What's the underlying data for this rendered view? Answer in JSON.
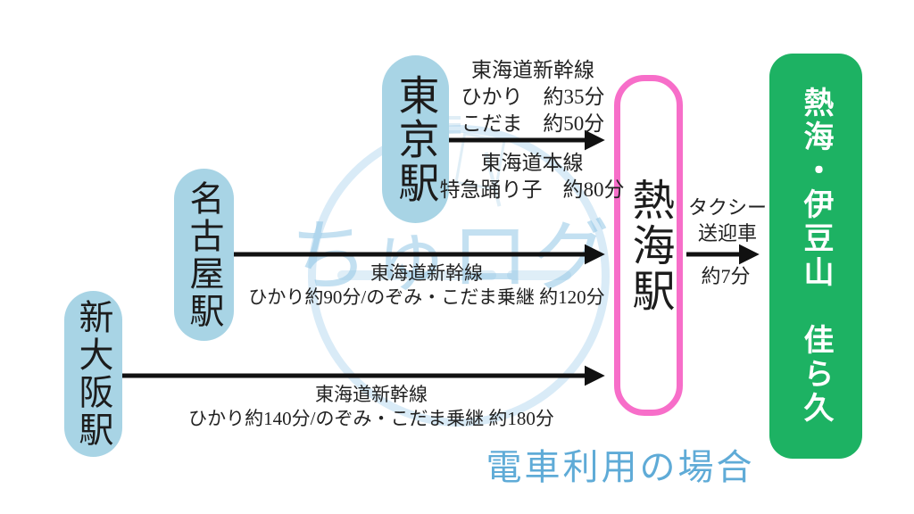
{
  "title": {
    "text": "電車利用の場合",
    "color": "#5FABD7"
  },
  "stations": {
    "tokyo": {
      "label": "東京駅"
    },
    "nagoya": {
      "label": "名古屋駅"
    },
    "shin_osaka": {
      "label": "新大阪駅"
    },
    "atami": {
      "label": "熱海駅"
    }
  },
  "destination": {
    "label": "熱海・伊豆山　佳ら久"
  },
  "routes": {
    "tokyo_to_atami": {
      "above": {
        "line1": "東海道新幹線",
        "line2": "ひかり　約35分",
        "line3": "こだま　約50分"
      },
      "below": {
        "line1": "東海道本線",
        "line2": "特急踊り子　約80分"
      }
    },
    "nagoya_to_atami": {
      "below": {
        "line1": "東海道新幹線",
        "line2": "ひかり約90分/のぞみ・こだま乗継 約120分"
      }
    },
    "shin_osaka_to_atami": {
      "below": {
        "line1": "東海道新幹線",
        "line2": "ひかり約140分/のぞみ・こだま乗継 約180分"
      }
    },
    "atami_to_hotel": {
      "above": {
        "line1": "タクシー",
        "line2": "送迎車"
      },
      "below": {
        "line1": "約7分"
      }
    }
  },
  "watermark": {
    "text": "ちゅログ"
  },
  "colors": {
    "station_box_blue": "#A8D4E5",
    "atami_border_pink": "#F76EC9",
    "hotel_green": "#1DB263",
    "title_blue": "#5FABD7",
    "arrow_black": "#111111",
    "watermark_blue": "#88C1E3"
  }
}
